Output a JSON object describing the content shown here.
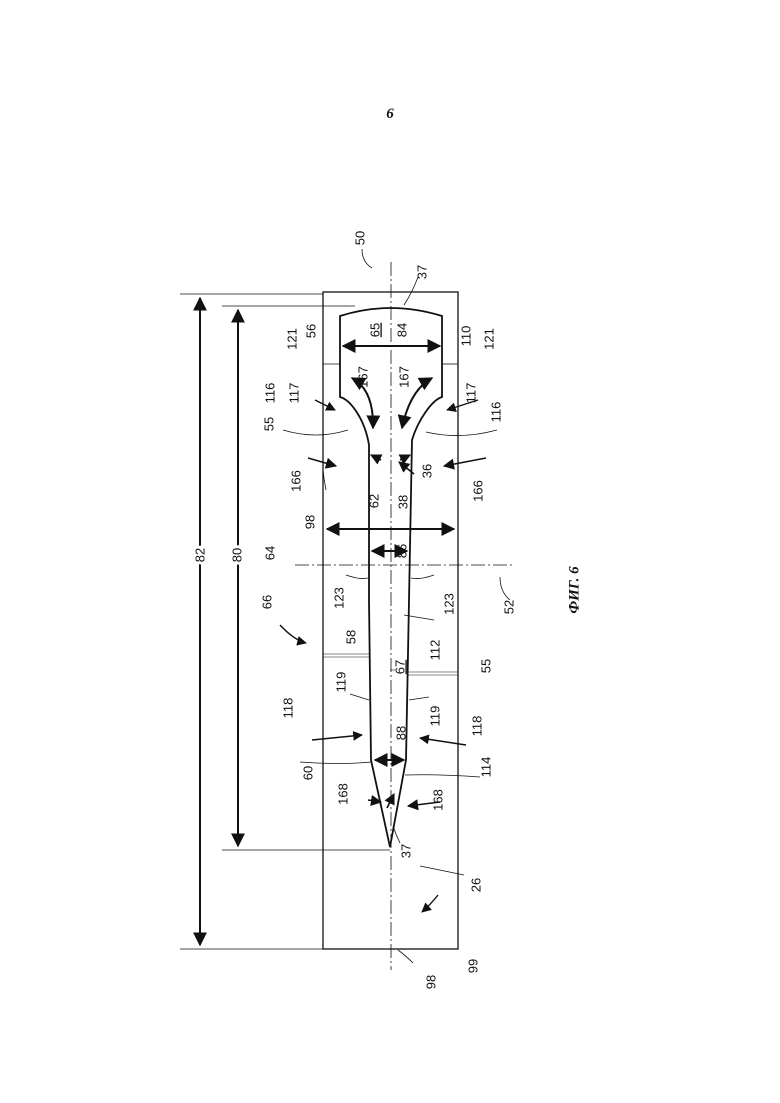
{
  "page": {
    "number": "6"
  },
  "figure": {
    "caption": "ФИГ. 6",
    "labels": [
      {
        "id": "50",
        "text": "50"
      },
      {
        "id": "37-top",
        "text": "37"
      },
      {
        "id": "82",
        "text": "82"
      },
      {
        "id": "80",
        "text": "80"
      },
      {
        "id": "65",
        "text": "65"
      },
      {
        "id": "84",
        "text": "84"
      },
      {
        "id": "56",
        "text": "56"
      },
      {
        "id": "110",
        "text": "110"
      },
      {
        "id": "121-left",
        "text": "121"
      },
      {
        "id": "121-right",
        "text": "121"
      },
      {
        "id": "167-left",
        "text": "167"
      },
      {
        "id": "167-right",
        "text": "167"
      },
      {
        "id": "117-left",
        "text": "117"
      },
      {
        "id": "117-right",
        "text": "117"
      },
      {
        "id": "116-left",
        "text": "116"
      },
      {
        "id": "116-right",
        "text": "116"
      },
      {
        "id": "55-left",
        "text": "55"
      },
      {
        "id": "55-right",
        "text": "55"
      },
      {
        "id": "36",
        "text": "36"
      },
      {
        "id": "38",
        "text": "38"
      },
      {
        "id": "62",
        "text": "62"
      },
      {
        "id": "166-left",
        "text": "166"
      },
      {
        "id": "166-right",
        "text": "166"
      },
      {
        "id": "98-left",
        "text": "98"
      },
      {
        "id": "98-bottom",
        "text": "98"
      },
      {
        "id": "64",
        "text": "64"
      },
      {
        "id": "86",
        "text": "86"
      },
      {
        "id": "52",
        "text": "52"
      },
      {
        "id": "123-left",
        "text": "123"
      },
      {
        "id": "123-right",
        "text": "123"
      },
      {
        "id": "66",
        "text": "66"
      },
      {
        "id": "58",
        "text": "58"
      },
      {
        "id": "67",
        "text": "67"
      },
      {
        "id": "112",
        "text": "112"
      },
      {
        "id": "119-left",
        "text": "119"
      },
      {
        "id": "119-right",
        "text": "119"
      },
      {
        "id": "118-left",
        "text": "118"
      },
      {
        "id": "118-right",
        "text": "118"
      },
      {
        "id": "60",
        "text": "60"
      },
      {
        "id": "88",
        "text": "88"
      },
      {
        "id": "114",
        "text": "114"
      },
      {
        "id": "168-left",
        "text": "168"
      },
      {
        "id": "168-right",
        "text": "168"
      },
      {
        "id": "37-bottom",
        "text": "37"
      },
      {
        "id": "26",
        "text": "26"
      },
      {
        "id": "99",
        "text": "99"
      }
    ]
  }
}
